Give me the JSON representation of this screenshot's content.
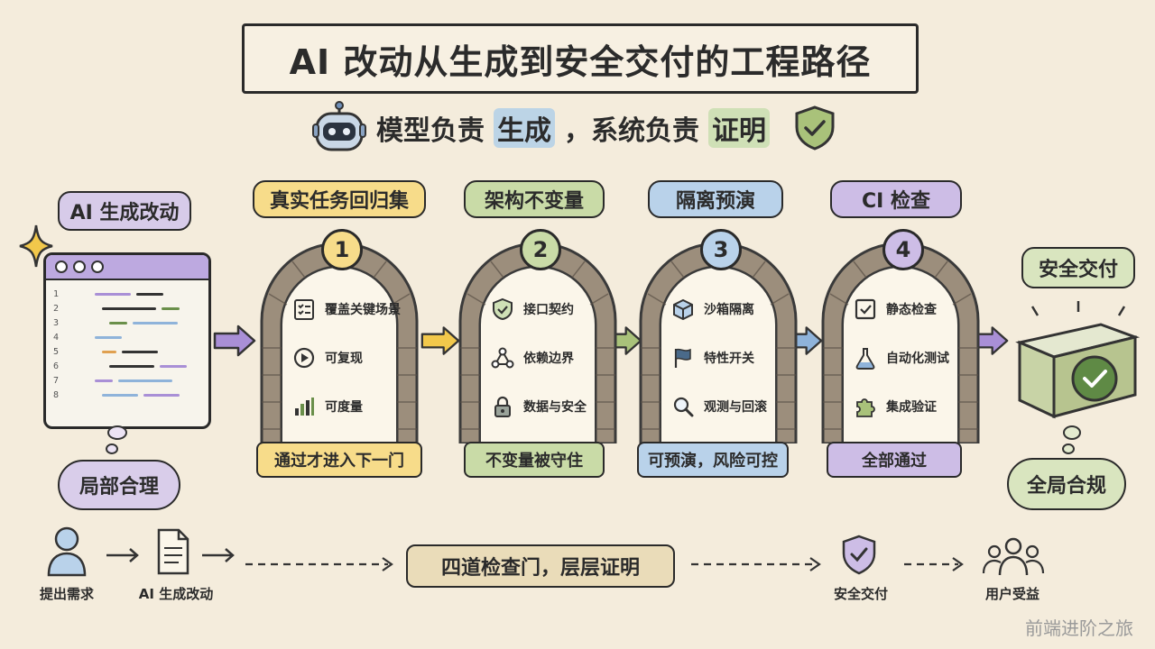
{
  "title": "AI 改动从生成到安全交付的工程路径",
  "subtitle": {
    "part1": "模型负责",
    "hl1": "生成",
    "part2": "，系统负责",
    "hl2": "证明"
  },
  "start": {
    "label": "AI 生成改动",
    "cloud": "局部合理",
    "line_numbers": [
      "1",
      "2",
      "3",
      "4",
      "5",
      "6",
      "7",
      "8"
    ]
  },
  "gates": [
    {
      "number": "1",
      "title": "真实任务回归集",
      "items": [
        "覆盖关键场景",
        "可复现",
        "可度量"
      ],
      "footer": "通过才进入下一门",
      "color": "#f2c84b"
    },
    {
      "number": "2",
      "title": "架构不变量",
      "items": [
        "接口契约",
        "依赖边界",
        "数据与安全"
      ],
      "footer": "不变量被守住",
      "color": "#a9c27a"
    },
    {
      "number": "3",
      "title": "隔离预演",
      "items": [
        "沙箱隔离",
        "特性开关",
        "观测与回滚"
      ],
      "footer": "可预演，风险可控",
      "color": "#8fb3da"
    },
    {
      "number": "4",
      "title": "CI 检查",
      "items": [
        "静态检查",
        "自动化测试",
        "集成验证"
      ],
      "footer": "全部通过",
      "color": "#b9a3dc"
    }
  ],
  "end": {
    "label": "安全交付",
    "cloud": "全局合规"
  },
  "flow": {
    "step1": "提出需求",
    "step2": "AI 生成改动",
    "center": "四道检查门，层层证明",
    "step3": "安全交付",
    "step4": "用户受益"
  },
  "watermark": "前端进阶之旅",
  "colors": {
    "purple_arrow": "#a98fd6",
    "yellow_arrow": "#f2c84b",
    "green_arrow": "#a9c27a",
    "blue_arrow": "#8fb3da"
  }
}
